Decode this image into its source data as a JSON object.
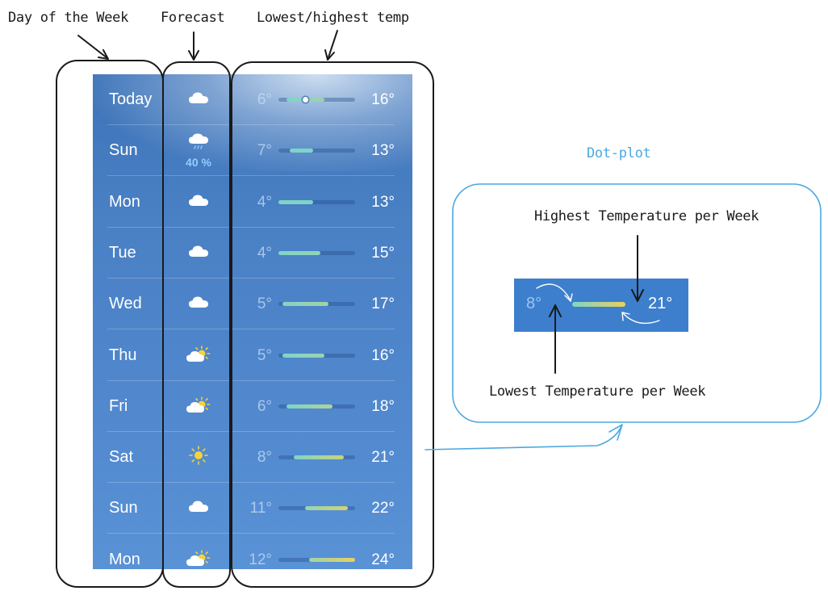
{
  "labels": {
    "day_of_week": "Day of the Week",
    "forecast": "Forecast",
    "temp_range": "Lowest/highest temp",
    "dot_plot": "Dot-plot",
    "highest": "Highest Temperature per Week",
    "lowest": "Lowest Temperature per Week"
  },
  "scale": {
    "min": 4,
    "max": 24
  },
  "colors": {
    "panel": "#4a80c4",
    "sketch_blue": "#4aa8e0",
    "cool": "#7fd4c8",
    "warm": "#e8d25a"
  },
  "days": [
    {
      "day": "Today",
      "icon": "cloud-icon",
      "precip": "",
      "low": "6°",
      "high": "16°",
      "lo_val": 6,
      "hi_val": 16,
      "now": 11
    },
    {
      "day": "Sun",
      "icon": "cloud-rain-icon",
      "precip": "40 %",
      "low": "7°",
      "high": "13°",
      "lo_val": 7,
      "hi_val": 13
    },
    {
      "day": "Mon",
      "icon": "cloud-icon",
      "precip": "",
      "low": "4°",
      "high": "13°",
      "lo_val": 4,
      "hi_val": 13
    },
    {
      "day": "Tue",
      "icon": "cloud-icon",
      "precip": "",
      "low": "4°",
      "high": "15°",
      "lo_val": 4,
      "hi_val": 15
    },
    {
      "day": "Wed",
      "icon": "cloud-icon",
      "precip": "",
      "low": "5°",
      "high": "17°",
      "lo_val": 5,
      "hi_val": 17
    },
    {
      "day": "Thu",
      "icon": "cloud-sun-icon",
      "precip": "",
      "low": "5°",
      "high": "16°",
      "lo_val": 5,
      "hi_val": 16
    },
    {
      "day": "Fri",
      "icon": "cloud-sun-icon",
      "precip": "",
      "low": "6°",
      "high": "18°",
      "lo_val": 6,
      "hi_val": 18
    },
    {
      "day": "Sat",
      "icon": "sun-icon",
      "precip": "",
      "low": "8°",
      "high": "21°",
      "lo_val": 8,
      "hi_val": 21
    },
    {
      "day": "Sun",
      "icon": "cloud-icon",
      "precip": "",
      "low": "11°",
      "high": "22°",
      "lo_val": 11,
      "hi_val": 22
    },
    {
      "day": "Mon",
      "icon": "cloud-sun-icon",
      "precip": "",
      "low": "12°",
      "high": "24°",
      "lo_val": 12,
      "hi_val": 24
    }
  ],
  "legend": {
    "low": "8°",
    "high": "21°"
  }
}
